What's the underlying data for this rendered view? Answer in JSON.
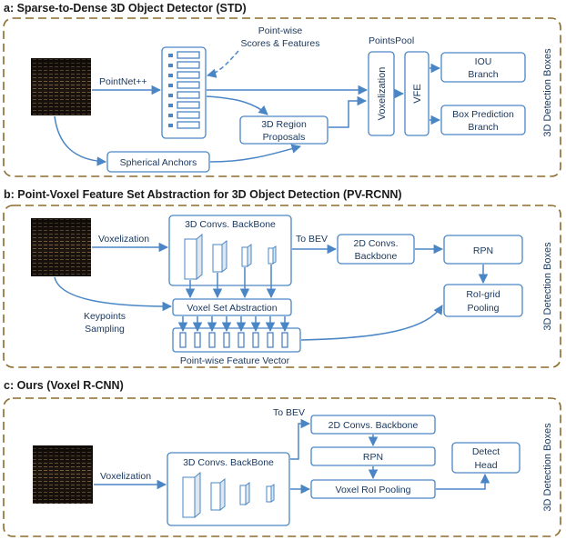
{
  "panels": {
    "a": {
      "title": "a:  Sparse-to-Dense 3D Object Detector (STD)",
      "pointnet": "PointNet++",
      "pointwise_line1": "Point-wise",
      "pointwise_line2": "Scores & Features",
      "region_line1": "3D Region",
      "region_line2": "Proposals",
      "spherical": "Spherical Anchors",
      "pointspool": "PointsPool",
      "voxelization": "Voxelization",
      "vfe": "VFE",
      "iou_line1": "IOU",
      "iou_line2": "Branch",
      "boxpred_line1": "Box Prediction",
      "boxpred_line2": "Branch",
      "output": "3D Detection Boxes"
    },
    "b": {
      "title": "b:  Point-Voxel Feature Set Abstraction for 3D Object Detection (PV-RCNN)",
      "voxelization": "Voxelization",
      "backbone": "3D Convs. BackBone",
      "to_bev": "To BEV",
      "conv2d_line1": "2D Convs.",
      "conv2d_line2": "Backbone",
      "rpn": "RPN",
      "roigrid_line1": "RoI-grid",
      "roigrid_line2": "Pooling",
      "vsa": "Voxel Set Abstraction",
      "keypoints_line1": "Keypoints",
      "keypoints_line2": "Sampling",
      "pwfv": "Point-wise Feature Vector",
      "output": "3D Detection Boxes"
    },
    "c": {
      "title": "c:  Ours (Voxel R-CNN)",
      "to_bev": "To BEV",
      "conv2d": "2D Convs. Backbone",
      "voxelization": "Voxelization",
      "backbone": "3D Convs. BackBone",
      "rpn": "RPN",
      "roipool": "Voxel RoI Pooling",
      "detect_line1": "Detect",
      "detect_line2": "Head",
      "output": "3D Detection Boxes"
    }
  }
}
